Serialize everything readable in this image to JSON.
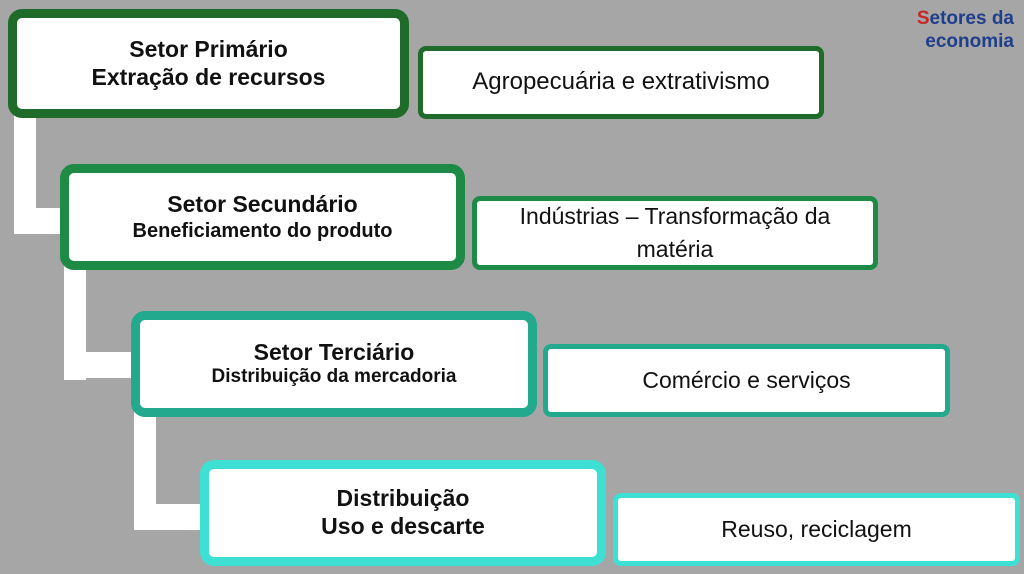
{
  "corner_title": {
    "line1": "Setores da",
    "line2": "economia"
  },
  "colors": {
    "background": "#a6a6a6",
    "level1": "#1e6b2a",
    "level2": "#1d8a45",
    "level3": "#22a98e",
    "level4": "#3ee0d4"
  },
  "sectors": [
    {
      "title": "Setor Primário",
      "subtitle": "Extração de recursos",
      "detail": "Agropecuária e extrativismo"
    },
    {
      "title": "Setor Secundário",
      "subtitle": "Beneficiamento do produto",
      "detail": "Indústrias – Transformação da matéria"
    },
    {
      "title": "Setor Terciário",
      "subtitle": "Distribuição da mercadoria",
      "detail": "Comércio e serviços"
    },
    {
      "title": "Distribuição",
      "subtitle": "Uso e descarte",
      "detail": "Reuso, reciclagem"
    }
  ]
}
